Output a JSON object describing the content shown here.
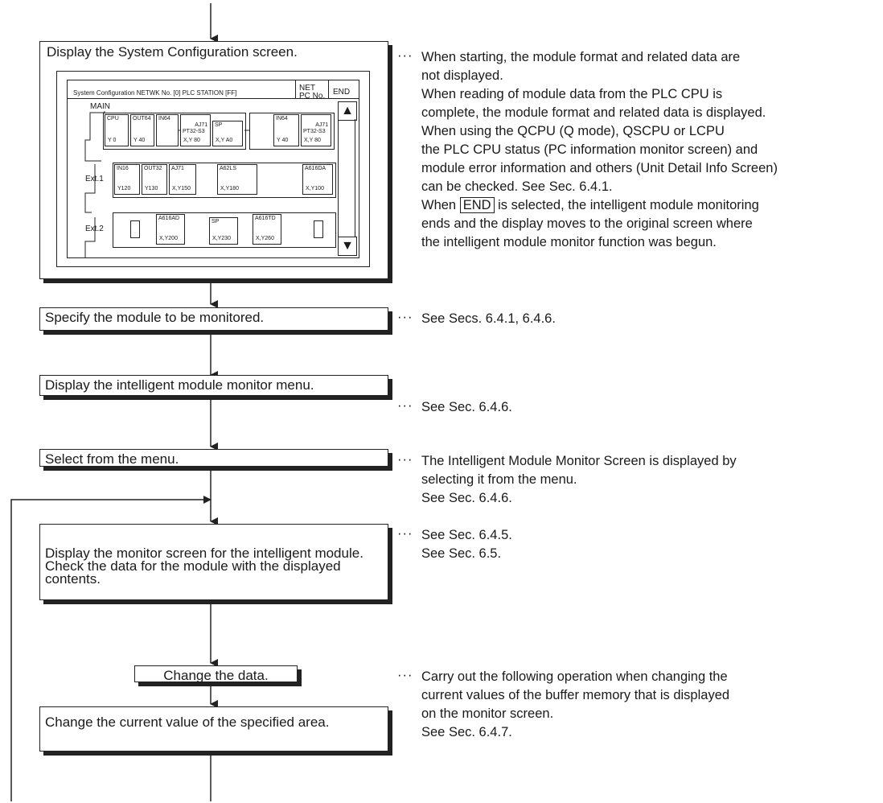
{
  "steps": {
    "display_system": "Display the System Configuration screen.",
    "specify_module": "Specify the module to be monitored.",
    "display_menu": "Display the intelligent module monitor menu.",
    "select_menu": "Select from the menu.",
    "display_monitor": "Display the monitor screen for the intelligent module.\nCheck the data for the module with the displayed contents.",
    "change_data": "Change the data.",
    "change_value": "Change the current value of the specified area."
  },
  "notes": {
    "dots": "···",
    "system_lines": [
      "When starting, the module format and related data are",
      "not displayed.",
      "When reading of module data from the PLC CPU is",
      "complete, the module format and related data is displayed.",
      "When using the QCPU (Q mode), QSCPU or LCPU",
      "the PLC CPU status (PC information monitor screen) and",
      "module error information and others (Unit Detail Info Screen)",
      "can be checked. See Sec. 6.4.1."
    ],
    "end_pre": "When ",
    "end_key": "END",
    "end_post": " is selected, the intelligent module monitoring",
    "system_tail": [
      "ends and the display moves to the original screen where",
      "the intelligent module monitor function was begun."
    ],
    "specify": "See Secs. 6.4.1, 6.4.6.",
    "menu": "See Sec. 6.4.6.",
    "select_lines": [
      "The Intelligent Module Monitor Screen is displayed by",
      "selecting it from the menu.",
      "See Sec. 6.4.6."
    ],
    "monitor_lines": [
      "See Sec. 6.4.5.",
      "See Sec. 6.5."
    ],
    "change_lines": [
      "Carry out the following operation when changing the",
      "current values of the buffer memory that is displayed",
      "on the monitor screen.",
      "See Sec. 6.4.7."
    ]
  },
  "screen": {
    "title": "System Configuration NETWK No. [0] PLC STATION [FF]",
    "net": "NET",
    "pcno": "PC No.",
    "end": "END",
    "up_icon": "▲",
    "down_icon": "▼",
    "main": "MAIN",
    "ext1": "Ext.1",
    "ext2": "Ext.2",
    "row1": [
      {
        "t": "CPU",
        "b": "Y 0"
      },
      {
        "t": "OUT64",
        "b": "Y 40"
      },
      {
        "t": "IN64",
        "b": ""
      },
      {
        "t": "AJ71\nPT32-S3",
        "b": "X,Y 80"
      },
      {
        "t": "SP",
        "b": "X,Y A0"
      },
      {
        "t": "IN64",
        "b": "Y 40"
      },
      {
        "t": "AJ71\nPT32-S3",
        "b": "X,Y 80"
      }
    ],
    "row2": [
      {
        "t": "IN16",
        "b": "Y120"
      },
      {
        "t": "OUT32",
        "b": "Y130"
      },
      {
        "t": "AJ71",
        "b": "X,Y150"
      },
      {
        "t": "A62LS",
        "b": "X,Y180"
      },
      {
        "t": "A616DA",
        "b": "X,Y100"
      }
    ],
    "row3": [
      {
        "t": "A616AD",
        "b": "X,Y200"
      },
      {
        "t": "SP",
        "b": "X,Y230"
      },
      {
        "t": "A616TD",
        "b": "X,Y260"
      }
    ]
  }
}
